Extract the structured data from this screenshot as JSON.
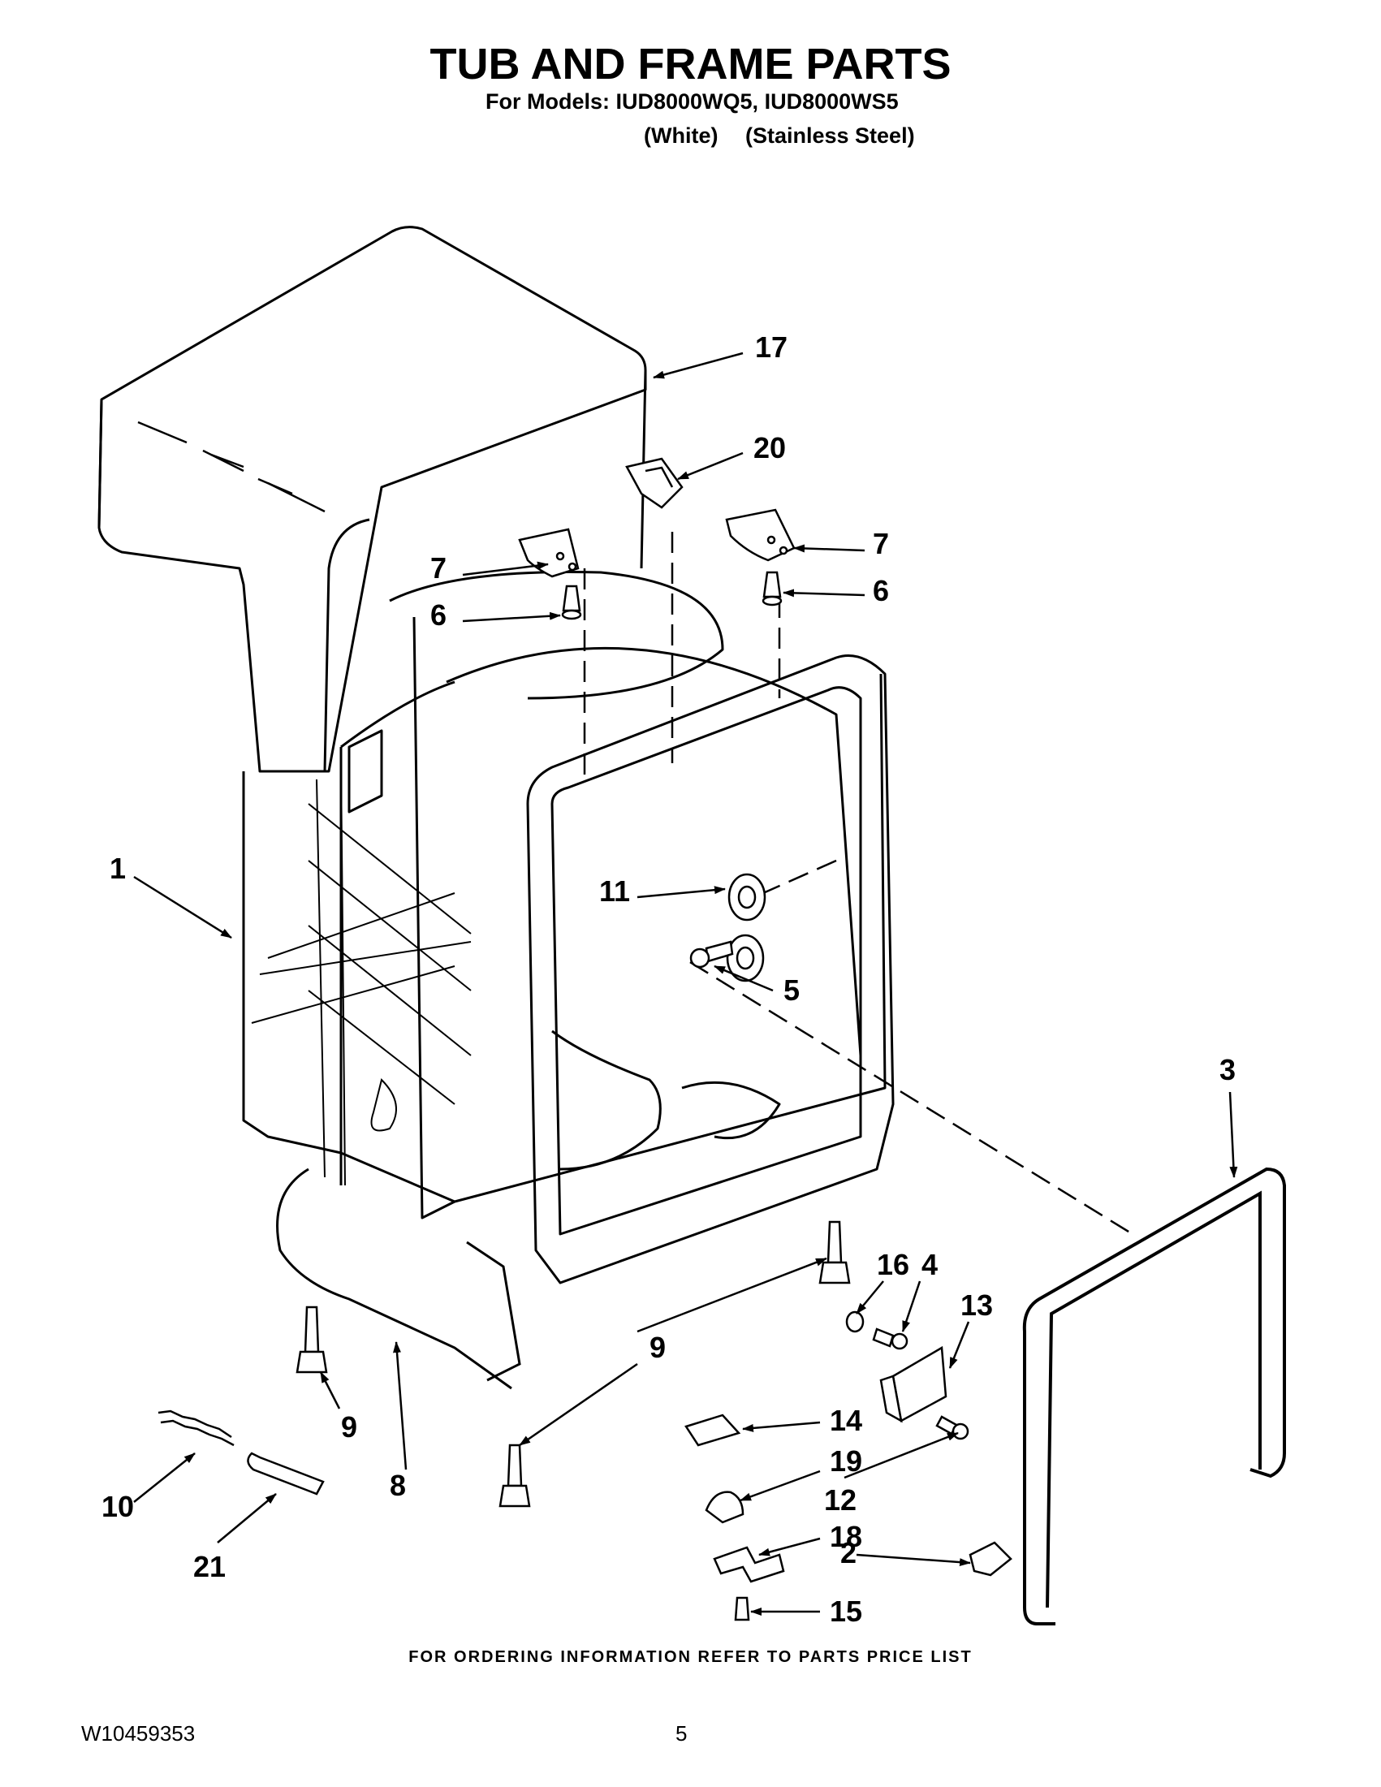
{
  "header": {
    "title": "TUB AND FRAME PARTS",
    "models": "For Models: IUD8000WQ5, IUD8000WS5",
    "variant_1": "(White)",
    "variant_2": "(Stainless Steel)"
  },
  "callouts": {
    "c1": "1",
    "c2": "2",
    "c3": "3",
    "c4": "4",
    "c5": "5",
    "c6a": "6",
    "c6b": "6",
    "c7a": "7",
    "c7b": "7",
    "c8": "8",
    "c9a": "9",
    "c9b": "9",
    "c10": "10",
    "c11": "11",
    "c12": "12",
    "c13": "13",
    "c14": "14",
    "c15": "15",
    "c16": "16",
    "c17": "17",
    "c18": "18",
    "c19": "19",
    "c20": "20",
    "c21": "21"
  },
  "footer": {
    "ordering_note": "FOR ORDERING INFORMATION REFER TO PARTS PRICE LIST",
    "document_number": "W10459353",
    "page_number": "5"
  }
}
